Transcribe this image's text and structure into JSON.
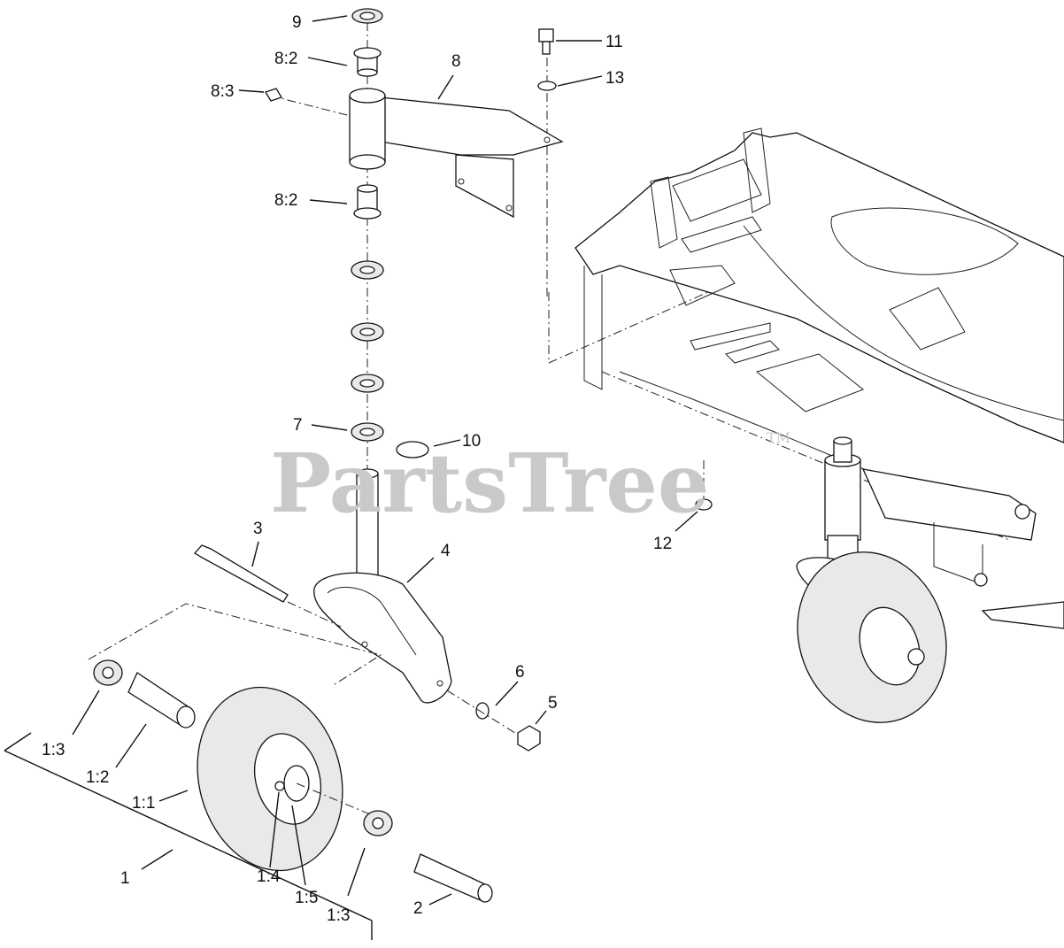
{
  "watermark": {
    "text": "PartsTree",
    "trademark": "TM"
  },
  "callouts": [
    {
      "id": "c9",
      "label": "9"
    },
    {
      "id": "c8-2a",
      "label": "8:2"
    },
    {
      "id": "c8-3",
      "label": "8:3"
    },
    {
      "id": "c8",
      "label": "8"
    },
    {
      "id": "c8-2b",
      "label": "8:2"
    },
    {
      "id": "c11",
      "label": "11"
    },
    {
      "id": "c13",
      "label": "13"
    },
    {
      "id": "c7",
      "label": "7"
    },
    {
      "id": "c10",
      "label": "10"
    },
    {
      "id": "c3",
      "label": "3"
    },
    {
      "id": "c4",
      "label": "4"
    },
    {
      "id": "c12",
      "label": "12"
    },
    {
      "id": "c6",
      "label": "6"
    },
    {
      "id": "c5",
      "label": "5"
    },
    {
      "id": "c1-3a",
      "label": "1:3"
    },
    {
      "id": "c1-2",
      "label": "1:2"
    },
    {
      "id": "c1-1",
      "label": "1:1"
    },
    {
      "id": "c1",
      "label": "1"
    },
    {
      "id": "c1-4",
      "label": "1:4"
    },
    {
      "id": "c1-5",
      "label": "1:5"
    },
    {
      "id": "c1-3b",
      "label": "1:3"
    },
    {
      "id": "c2",
      "label": "2"
    }
  ]
}
